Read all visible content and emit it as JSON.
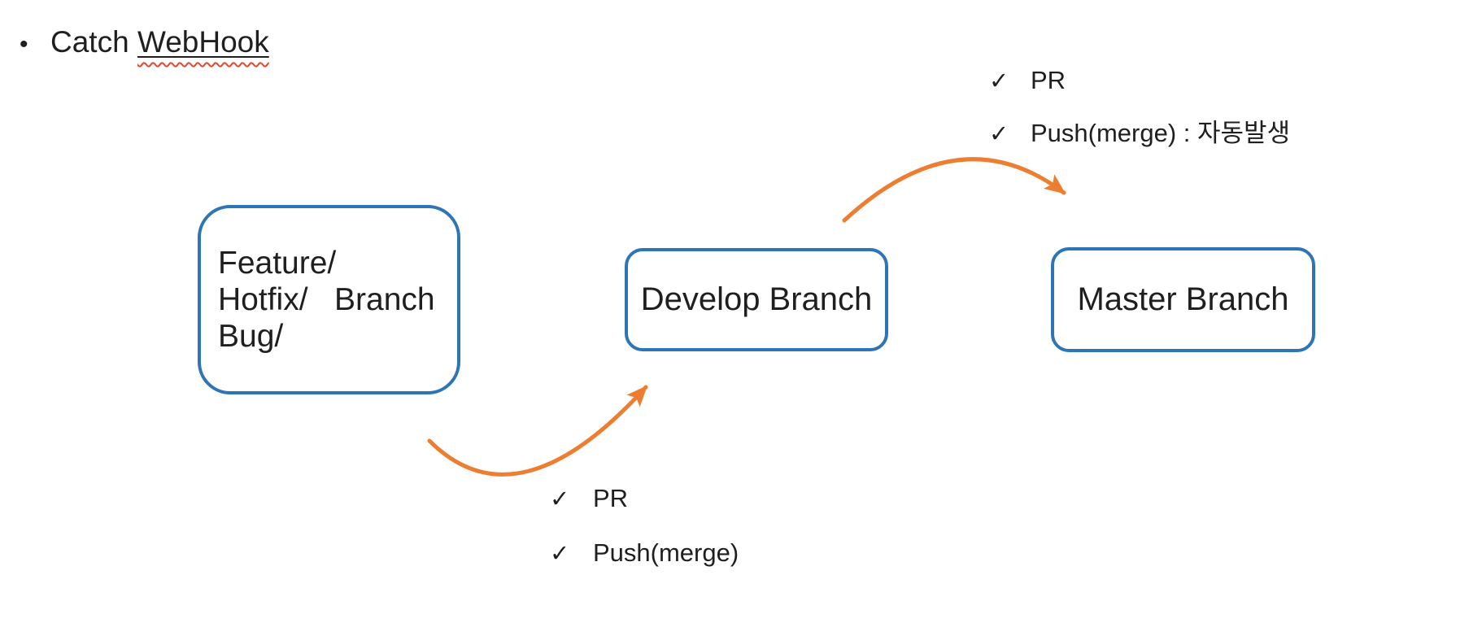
{
  "colors": {
    "box_border": "#2E75B6",
    "arrow": "#ED7D31",
    "text": "#1F1F1F",
    "spellcheck": "#E0492E"
  },
  "header": {
    "bullet": "•",
    "text_before": "Catch ",
    "underlined_word": "WebHook"
  },
  "boxes": {
    "feature": {
      "label": "Feature/\nHotfix/   Branch\nBug/"
    },
    "develop": {
      "label": "Develop Branch"
    },
    "master": {
      "label": "Master Branch"
    }
  },
  "checklists": {
    "check_glyph": "✓",
    "develop_to_master": {
      "items": [
        "PR",
        "Push(merge) : 자동발생"
      ]
    },
    "feature_to_develop": {
      "items": [
        "PR",
        "Push(merge)"
      ]
    }
  }
}
